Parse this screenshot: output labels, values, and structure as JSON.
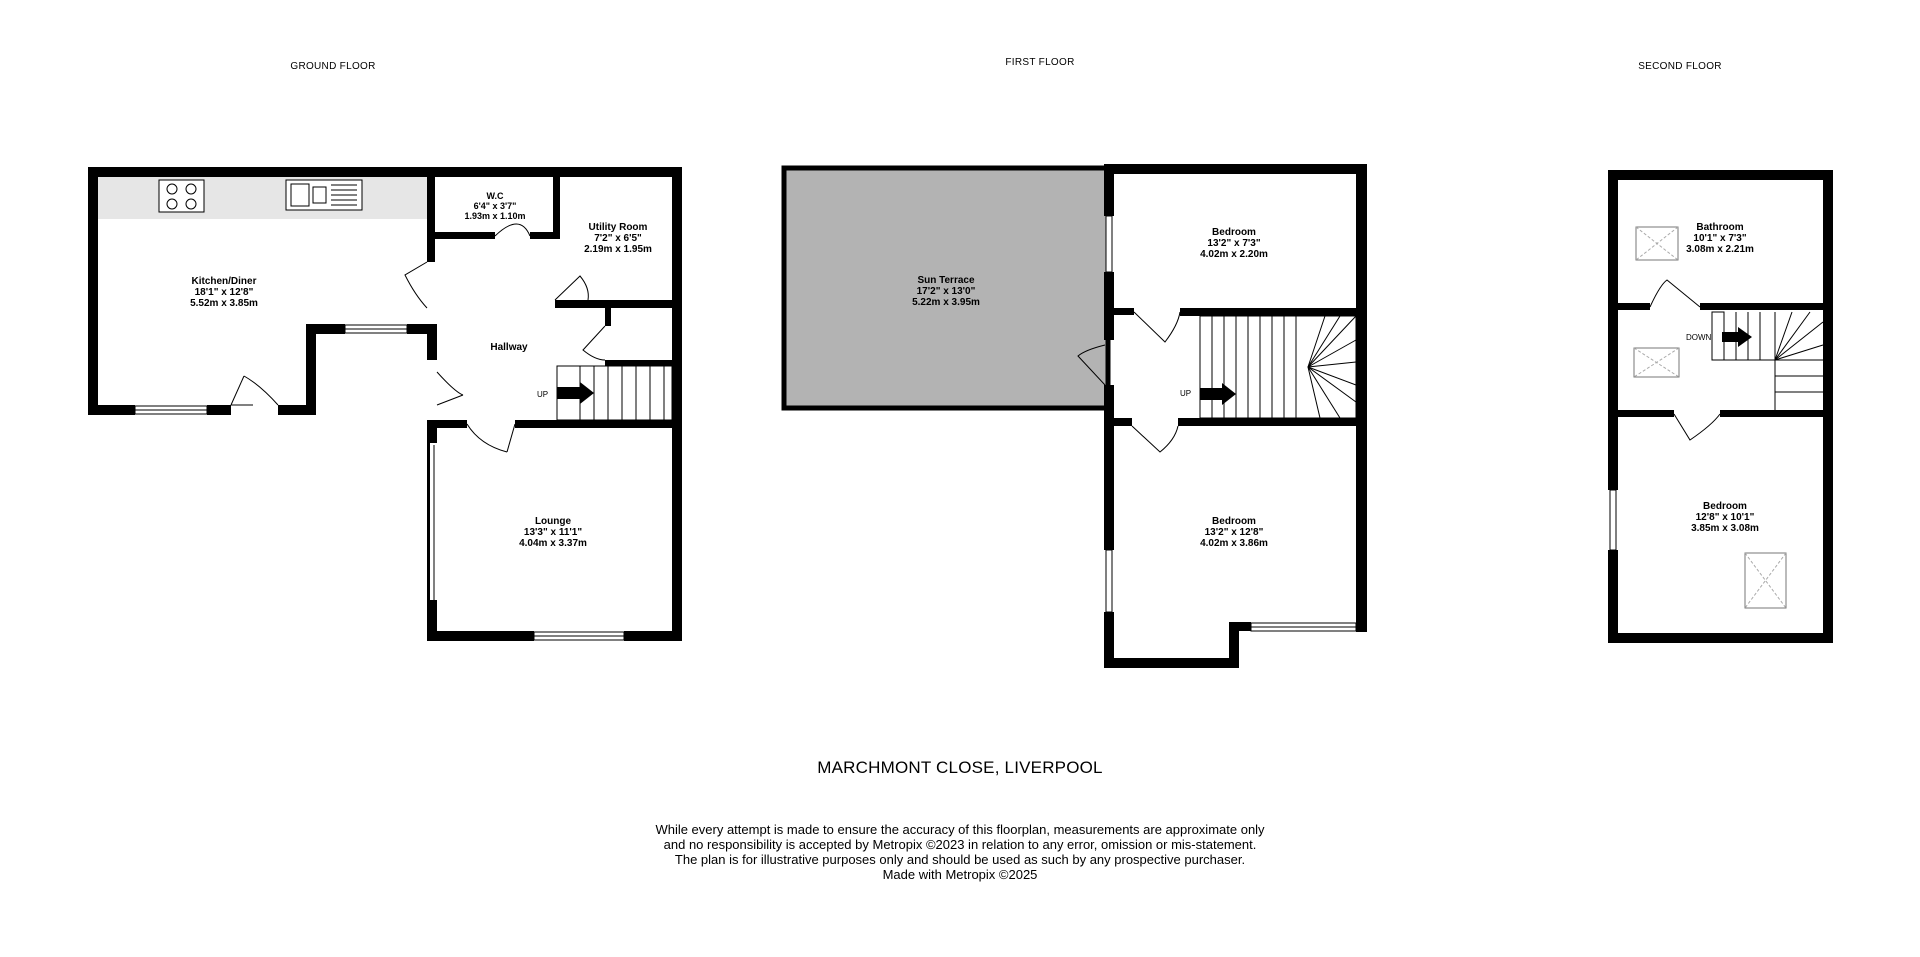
{
  "floors": {
    "ground": "GROUND FLOOR",
    "first": "FIRST FLOOR",
    "second": "SECOND FLOOR"
  },
  "rooms": {
    "kitchen": {
      "name": "Kitchen/Diner",
      "imperial": "18'1\"  x 12'8\"",
      "metric": "5.52m  x 3.85m"
    },
    "wc": {
      "name": "W.C",
      "imperial": "6'4\"  x 3'7\"",
      "metric": "1.93m  x 1.10m"
    },
    "utility": {
      "name": "Utility Room",
      "imperial": "7'2\"  x 6'5\"",
      "metric": "2.19m  x 1.95m"
    },
    "hallway": {
      "name": "Hallway"
    },
    "lounge": {
      "name": "Lounge",
      "imperial": "13'3\"  x 11'1\"",
      "metric": "4.04m  x 3.37m"
    },
    "sun_terrace": {
      "name": "Sun Terrace",
      "imperial": "17'2\"  x 13'0\"",
      "metric": "5.22m  x 3.95m"
    },
    "bedroom_first_top": {
      "name": "Bedroom",
      "imperial": "13'2\"  x 7'3\"",
      "metric": "4.02m  x 2.20m"
    },
    "bedroom_first_bottom": {
      "name": "Bedroom",
      "imperial": "13'2\"  x 12'8\"",
      "metric": "4.02m  x 3.86m"
    },
    "bathroom": {
      "name": "Bathroom",
      "imperial": "10'1\"  x 7'3\"",
      "metric": "3.08m  x 2.21m"
    },
    "bedroom_second": {
      "name": "Bedroom",
      "imperial": "12'8\"  x 10'1\"",
      "metric": "3.85m  x 3.08m"
    }
  },
  "stairs": {
    "ground_up": "UP",
    "first_up": "UP",
    "second_down": "DOWN"
  },
  "address": "MARCHMONT CLOSE, LIVERPOOL",
  "disclaimer": [
    "While every attempt is made to ensure the accuracy of this floorplan, measurements are approximate only",
    "and no responsibility is accepted by Metropix ©2023 in relation to any error, omission or mis-statement.",
    "The plan is for illustrative purposes only and should be used as such by any prospective purchaser.",
    "Made with Metropix ©2025"
  ],
  "colors": {
    "wall": "#000000",
    "terrace_fill": "#b3b3b3",
    "worktop": "#e6e6e6"
  }
}
